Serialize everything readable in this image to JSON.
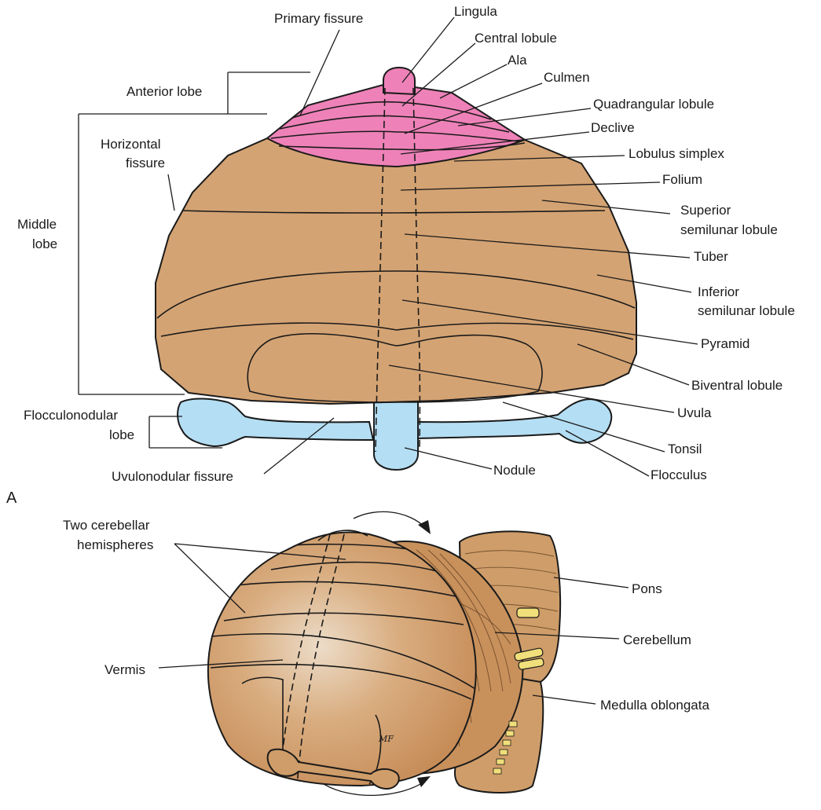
{
  "panel_a": {
    "letter": "A",
    "labels": {
      "primary_fissure": "Primary fissure",
      "lingula": "Lingula",
      "central_lobule": "Central lobule",
      "ala": "Ala",
      "culmen": "Culmen",
      "anterior_lobe": "Anterior lobe",
      "quadrangular_lobule": "Quadrangular lobule",
      "declive": "Declive",
      "horizontal_fissure_1": "Horizontal",
      "horizontal_fissure_2": "fissure",
      "lobulus_simplex": "Lobulus simplex",
      "folium": "Folium",
      "middle_lobe_1": "Middle",
      "middle_lobe_2": "lobe",
      "superior_semilunar_1": "Superior",
      "superior_semilunar_2": "semilunar lobule",
      "tuber": "Tuber",
      "inferior_semilunar_1": "Inferior",
      "inferior_semilunar_2": "semilunar lobule",
      "pyramid": "Pyramid",
      "biventral_lobule": "Biventral lobule",
      "flocculonodular_1": "Flocculonodular",
      "flocculonodular_2": "lobe",
      "uvula": "Uvula",
      "tonsil": "Tonsil",
      "uvulonodular_fissure": "Uvulonodular fissure",
      "nodule": "Nodule",
      "flocculus": "Flocculus"
    }
  },
  "panel_b": {
    "labels": {
      "two_cerebellar_1": "Two cerebellar",
      "two_cerebellar_2": "hemispheres",
      "pons": "Pons",
      "cerebellum": "Cerebellum",
      "vermis": "Vermis",
      "medulla_oblongata": "Medulla oblongata",
      "artist_initials": "MF"
    }
  },
  "colors": {
    "posterior_lobe_tan": "#d4a373",
    "anterior_lobe_pink": "#ee82b8",
    "flocculonodular_blue": "#b4def3",
    "nerve_yellow": "#f0df7a",
    "brainstem_tan": "#cf9d69",
    "outline": "#1a1a1a"
  }
}
